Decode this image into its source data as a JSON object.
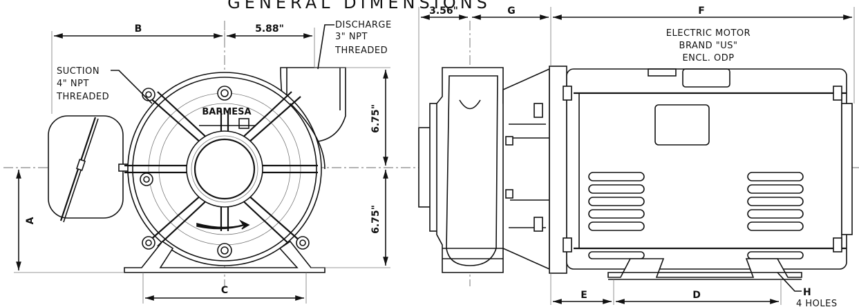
{
  "title": "GENERAL DIMENSIONS",
  "front_view": {
    "dim_b": "B",
    "dim_5_88": "5.88\"",
    "dim_c": "C",
    "dim_a": "A",
    "dim_6_75_top": "6.75\"",
    "dim_6_75_bottom": "6.75\"",
    "discharge_note": [
      "DISCHARGE",
      "3\" NPT",
      "THREADED"
    ],
    "suction_note": [
      "SUCTION",
      "4\" NPT",
      "THREADED"
    ],
    "brand": "BARMESA"
  },
  "side_view": {
    "dim_3_56": "3.56\"",
    "dim_g": "G",
    "dim_f": "F",
    "dim_e": "E",
    "dim_d": "D",
    "dim_h": "H",
    "holes_note": "4 HOLES",
    "motor_note": [
      "ELECTRIC MOTOR",
      "BRAND \"US\"",
      "ENCL. ODP"
    ]
  }
}
